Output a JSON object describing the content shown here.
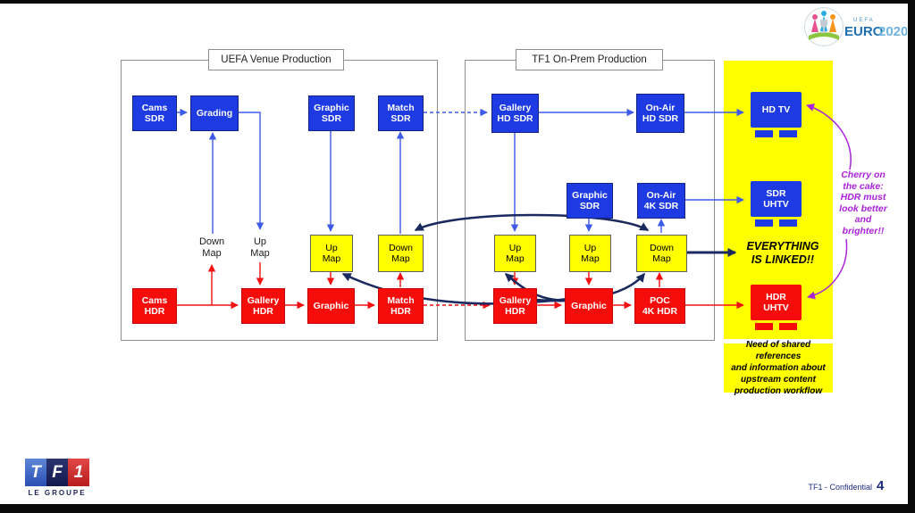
{
  "groups": {
    "uefa": {
      "title": "UEFA Venue Production",
      "nodes": {
        "cams_sdr": {
          "line1": "Cams",
          "line2": "SDR"
        },
        "grading": {
          "line1": "Grading",
          "line2": ""
        },
        "graphic_sdr": {
          "line1": "Graphic",
          "line2": "SDR"
        },
        "match_sdr": {
          "line1": "Match",
          "line2": "SDR"
        },
        "up_map": {
          "line1": "Up",
          "line2": "Map"
        },
        "down_map": {
          "line1": "Down",
          "line2": "Map"
        },
        "cams_hdr": {
          "line1": "Cams",
          "line2": "HDR"
        },
        "gallery_hdr": {
          "line1": "Gallery",
          "line2": "HDR"
        },
        "graphic": {
          "line1": "Graphic",
          "line2": ""
        },
        "match_hdr": {
          "line1": "Match",
          "line2": "HDR"
        }
      },
      "float_labels": {
        "down_map": {
          "line1": "Down",
          "line2": "Map"
        },
        "up_map": {
          "line1": "Up",
          "line2": "Map"
        }
      }
    },
    "tf1": {
      "title": "TF1 On-Prem Production",
      "nodes": {
        "gallery_hd_sdr": {
          "line1": "Gallery",
          "line2": "HD SDR"
        },
        "onair_hd_sdr": {
          "line1": "On-Air",
          "line2": "HD SDR"
        },
        "graphic_sdr": {
          "line1": "Graphic",
          "line2": "SDR"
        },
        "onair_4k_sdr": {
          "line1": "On-Air",
          "line2": "4K SDR"
        },
        "up_map_1": {
          "line1": "Up",
          "line2": "Map"
        },
        "up_map_2": {
          "line1": "Up",
          "line2": "Map"
        },
        "down_map": {
          "line1": "Down",
          "line2": "Map"
        },
        "gallery_hdr": {
          "line1": "Gallery",
          "line2": "HDR"
        },
        "graphic": {
          "line1": "Graphic",
          "line2": ""
        },
        "poc_4k_hdr": {
          "line1": "POC",
          "line2": "4K HDR"
        }
      }
    }
  },
  "outputs": {
    "hd_tv": {
      "line1": "HD TV",
      "line2": ""
    },
    "sdr_uhtv": {
      "line1": "SDR",
      "line2": "UHTV"
    },
    "hdr_uhtv": {
      "line1": "HDR",
      "line2": "UHTV"
    },
    "linked": {
      "line1": "EVERYTHING",
      "line2": "IS LINKED!!"
    },
    "note": {
      "line1": "Need of shared references",
      "line2": "and information about",
      "line3": "upstream content",
      "line4": "production workflow"
    }
  },
  "annotation": {
    "cherry": {
      "line1": "Cherry on",
      "line2": "the cake:",
      "line3": "HDR must",
      "line4": "look better",
      "line5": "and",
      "line6": "brighter!!"
    }
  },
  "footer": {
    "confidential": "TF1 - Confidential",
    "page": "4"
  },
  "logos": {
    "tf1": {
      "t": "T",
      "f": "F",
      "one": "1",
      "tagline": "LE GROUPE"
    },
    "euro": {
      "uefa": "UEFA",
      "euro": "EURO",
      "year": "2020"
    }
  },
  "colors": {
    "box_blue": "#1d3ae3",
    "box_red": "#f70c0c",
    "map_yellow": "#ffff00",
    "panel_yellow": "#ffff00",
    "navy_loop": "#1b2a5e",
    "purple": "#ab23d9",
    "arrow_blue": "#3e5be8",
    "arrow_red": "#f50f0f"
  }
}
